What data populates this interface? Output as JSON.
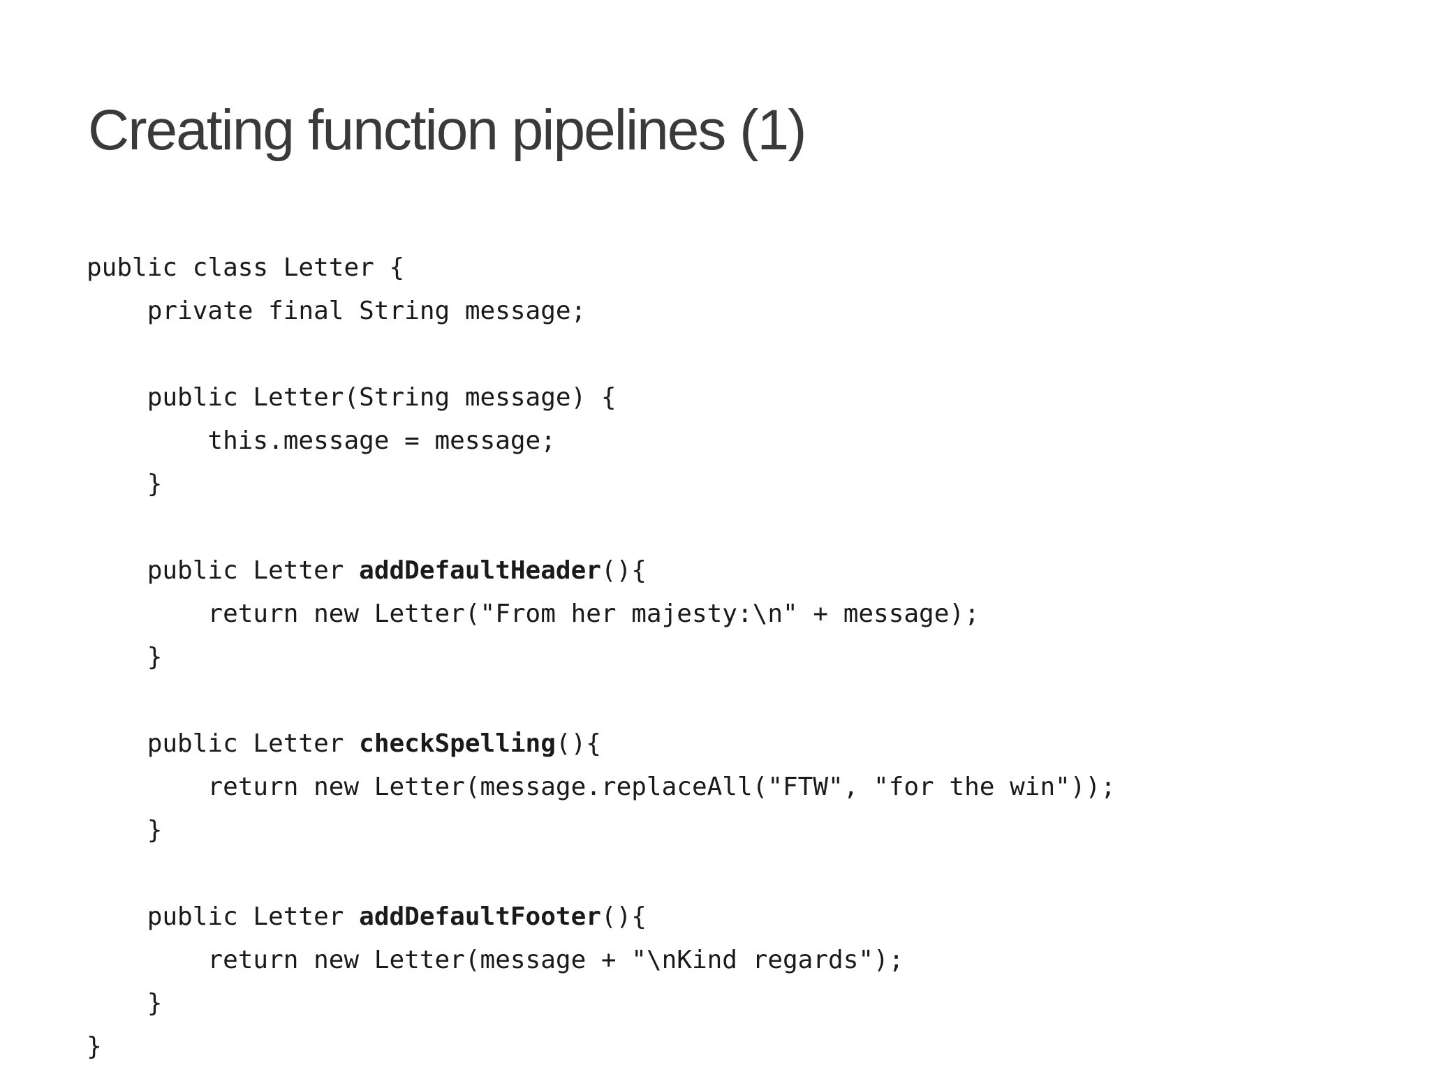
{
  "page": {
    "background_color": "#ffffff"
  },
  "title": {
    "text": "Creating function pipelines (1)",
    "color": "#3a3a3a"
  },
  "code": {
    "color": "#1a1a1a",
    "lines": [
      [
        {
          "t": "public class Letter {"
        }
      ],
      [
        {
          "t": "    private final String message;"
        }
      ],
      [
        {
          "t": ""
        }
      ],
      [
        {
          "t": "    public Letter(String message) {"
        }
      ],
      [
        {
          "t": "        this.message = message;"
        }
      ],
      [
        {
          "t": "    }"
        }
      ],
      [
        {
          "t": ""
        }
      ],
      [
        {
          "t": "    public Letter "
        },
        {
          "t": "addDefaultHeader",
          "b": true
        },
        {
          "t": "(){"
        }
      ],
      [
        {
          "t": "        return new Letter(\"From her majesty:\\n\" + message);"
        }
      ],
      [
        {
          "t": "    }"
        }
      ],
      [
        {
          "t": ""
        }
      ],
      [
        {
          "t": "    public Letter "
        },
        {
          "t": "checkSpelling",
          "b": true
        },
        {
          "t": "(){"
        }
      ],
      [
        {
          "t": "        return new Letter(message.replaceAll(\"FTW\", \"for the win\"));"
        }
      ],
      [
        {
          "t": "    }"
        }
      ],
      [
        {
          "t": ""
        }
      ],
      [
        {
          "t": "    public Letter "
        },
        {
          "t": "addDefaultFooter",
          "b": true
        },
        {
          "t": "(){"
        }
      ],
      [
        {
          "t": "        return new Letter(message + \"\\nKind regards\");"
        }
      ],
      [
        {
          "t": "    }"
        }
      ],
      [
        {
          "t": "}"
        }
      ]
    ]
  }
}
